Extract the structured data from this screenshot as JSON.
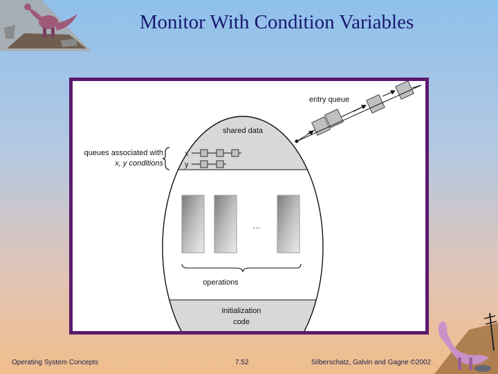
{
  "slide": {
    "title": "Monitor With Condition Variables"
  },
  "diagram": {
    "entry_queue_label": "entry queue",
    "shared_data_label": "shared data",
    "queues_label_line1": "queues associated with",
    "queues_label_line2": "x, y conditions",
    "x_label": "x",
    "y_label": "y",
    "ellipsis": "…",
    "operations_label": "operations",
    "init_label_line1": "initialization",
    "init_label_line2": "code"
  },
  "footer": {
    "left": "Operating System Concepts",
    "center": "7.52",
    "right": "Silberschatz, Galvin and Gagne ©2002"
  },
  "colors": {
    "title": "#18186e",
    "frame_border": "#5a1a6e",
    "shaded_region": "#d8d8d8",
    "queue_box": "#c0c0c0"
  }
}
